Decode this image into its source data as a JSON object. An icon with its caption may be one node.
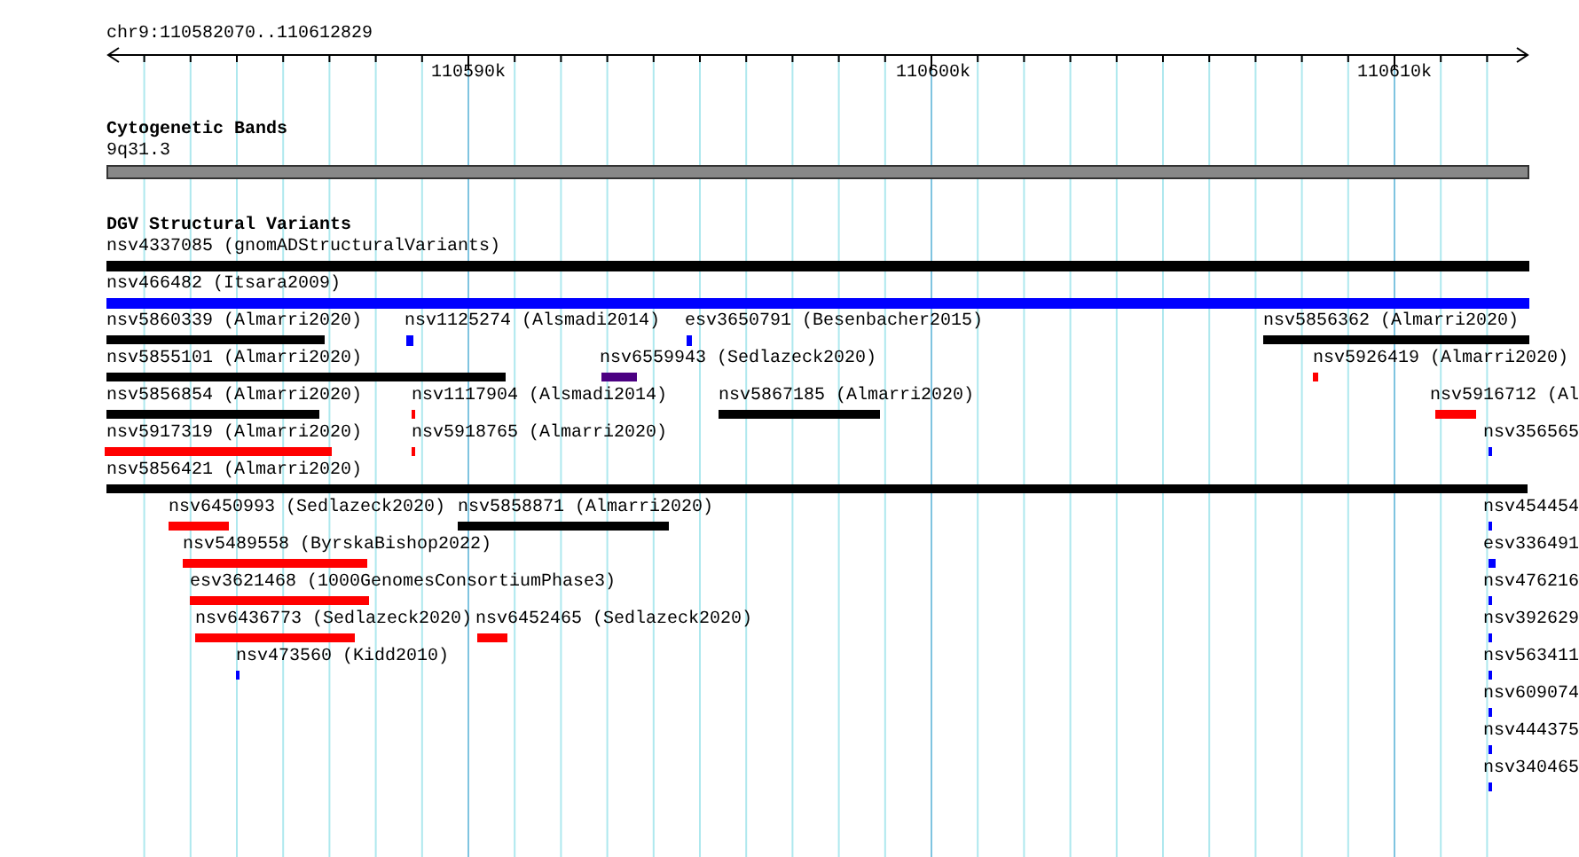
{
  "diagram": {
    "nodes": [
      {
        "text": [
          "9q31.3"
        ]
      },
      {
        "text": [
          "nsv4337085 (gnomADStructuralVariants)"
        ]
      },
      {
        "text": [
          "nsv466482 (Itsara2009)"
        ]
      },
      {
        "text": [
          "nsv5860339 (Almarri2020)"
        ]
      },
      {
        "text": [
          "nsv1125274 (Alsmadi2014)"
        ]
      },
      {
        "text": [
          "esv3650791 (Besenbacher2015)"
        ]
      },
      {
        "text": [
          "nsv5856362 (Almarri2020)"
        ]
      },
      {
        "text": [
          "nsv5855101 (Almarri2020)"
        ]
      },
      {
        "text": [
          "nsv6559943 (Sedlazeck2020)"
        ]
      },
      {
        "text": [
          "nsv5926419 (Almarri2020)"
        ]
      },
      {
        "text": [
          "nsv5856854 (Almarri2020)"
        ]
      },
      {
        "text": [
          "nsv1117904 (Alsmadi2014)"
        ]
      },
      {
        "text": [
          "nsv5867185 (Almarri2020)"
        ]
      },
      {
        "text": [
          "nsv5916712 (Al"
        ]
      },
      {
        "text": [
          "nsv5917319 (Almarri2020)"
        ]
      },
      {
        "text": [
          "nsv5918765 (Almarri2020)"
        ]
      },
      {
        "text": [
          "nsv356565"
        ]
      },
      {
        "text": [
          "nsv5856421 (Almarri2020)"
        ]
      },
      {
        "text": [
          "nsv6450993 (Sedlazeck2020)"
        ]
      },
      {
        "text": [
          "nsv5858871 (Almarri2020)"
        ]
      },
      {
        "text": [
          "nsv454454"
        ]
      },
      {
        "text": [
          "nsv5489558 (ByrskaBishop2022)"
        ]
      },
      {
        "text": [
          "esv336491"
        ]
      },
      {
        "text": [
          "esv3621468 (1000GenomesConsortiumPhase3)"
        ]
      },
      {
        "text": [
          "nsv476216"
        ]
      },
      {
        "text": [
          "nsv6436773 (Sedlazeck2020)"
        ]
      },
      {
        "text": [
          "nsv6452465 (Sedlazeck2020)"
        ]
      },
      {
        "text": [
          "nsv392629"
        ]
      },
      {
        "text": [
          "nsv473560 (Kidd2010)"
        ]
      },
      {
        "text": [
          "nsv563411"
        ]
      },
      {
        "text": [
          "nsv609074"
        ]
      },
      {
        "text": [
          "nsv444375"
        ]
      },
      {
        "text": [
          "nsv340465"
        ]
      }
    ],
    "labels": [
      "chr9:110582070..110612829",
      "110590k",
      "110600k",
      "110610k",
      "Cytogenetic Bands",
      "DGV Structural Variants"
    ]
  }
}
